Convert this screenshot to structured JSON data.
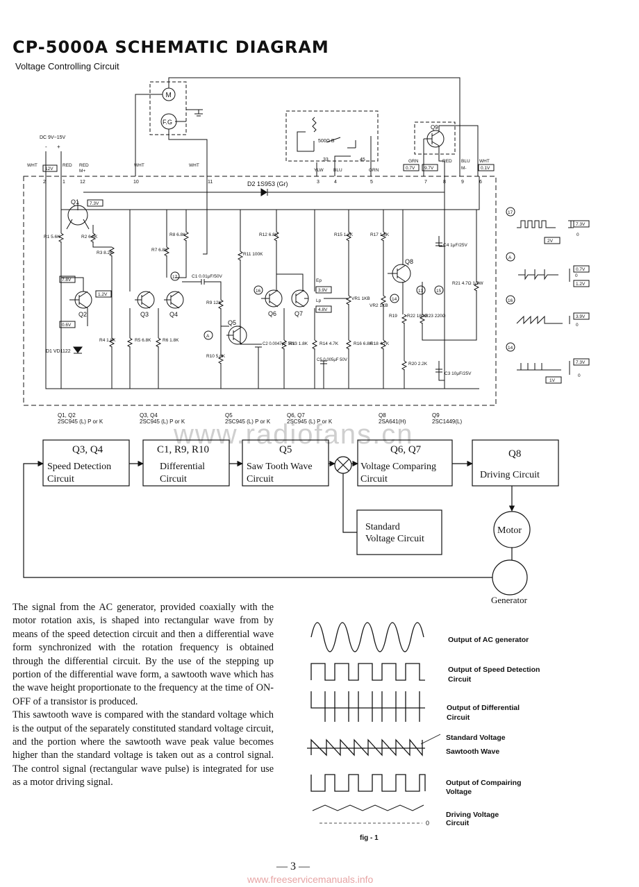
{
  "header": {
    "title": "CP-5000A  SCHEMATIC DIAGRAM",
    "subtitle": "Voltage Controlling Circuit"
  },
  "schematic": {
    "motor_label": "M",
    "fg_label": "F.G",
    "supply_label": "DC 9V~15V",
    "plus": "+",
    "minus": "-",
    "wires": [
      "WHT",
      "RED",
      "RED",
      "WHT",
      "WHT",
      "YLW",
      "BLU",
      "GRN",
      "GRN",
      "RED",
      "BLU",
      "WHT"
    ],
    "wire_m_plus": "M+",
    "wire_m_minus": "M-",
    "wire_voltages": [
      "12V",
      "0.7V",
      "9.7V",
      "0.1V"
    ],
    "pins": [
      "2",
      "1",
      "12",
      "10",
      "11",
      "3",
      "4",
      "5",
      "7",
      "8",
      "9",
      "6"
    ],
    "pot_500": "500Ω B",
    "speed_33": "33",
    "speed_45": "45",
    "d2": "D2  1S953 (Gr)",
    "transistors": [
      "Q1",
      "Q2",
      "Q3",
      "Q4",
      "Q5",
      "Q6",
      "Q7",
      "Q8",
      "Q9"
    ],
    "voltage_tags": [
      "7.3V",
      "7.8V",
      "1.2V",
      "0.6V",
      "3.9V",
      "4.8V"
    ],
    "resistors": [
      "R1 5.6K",
      "R2 6.8K",
      "R3 8.2K",
      "R4 1.8K",
      "R5 6.8K",
      "R6 1.8K",
      "R7 6.8K",
      "R8 6.8K",
      "R9 12K",
      "R10 5.6K",
      "R11 100K",
      "R12 6.8K",
      "R13 1.8K",
      "R14 4.7K",
      "R15 1.2K",
      "R16 6.8K",
      "R17 1.8K",
      "R18 4.7K",
      "R19",
      "R20 2.2K",
      "R21 4.7Ω 1/2W",
      "R22 180Ω",
      "R23 220Ω",
      "VR1 1KB",
      "VR2 1KB"
    ],
    "caps": [
      "C1 0.01μF/50V",
      "C2 0.0047μF 50V",
      "C3 10μF/25V",
      "C4 1μF/25V",
      "C5 0.005μF 50V"
    ],
    "d1": "D1 VD1122",
    "ep": "Ep",
    "lp": "Lp",
    "test_points": [
      "17",
      "A",
      "16",
      "13",
      "15",
      "14"
    ],
    "parts_list": [
      {
        "ref": "Q1, Q2",
        "part": "2SC945 (L) P or K"
      },
      {
        "ref": "Q3, Q4",
        "part": "2SC945 (L) P or K"
      },
      {
        "ref": "Q5",
        "part": "2SC945 (L) P or K"
      },
      {
        "ref": "Q6, Q7",
        "part": "2SC945 (L) P or K"
      },
      {
        "ref": "Q8",
        "part": "2SA641(H)"
      },
      {
        "ref": "Q9",
        "part": "2SC1449(L)"
      }
    ],
    "waveforms": [
      {
        "point": "17",
        "level": "7.3V",
        "base": "0",
        "width": "2V"
      },
      {
        "point": "A",
        "level": "0.7V",
        "base": "0",
        "width": "1.2V"
      },
      {
        "point": "16",
        "level": "3.9V",
        "base": "0"
      },
      {
        "point": "14",
        "level": "7.3V",
        "base": "0",
        "width": "1V"
      }
    ]
  },
  "block_diagram": {
    "blocks": [
      {
        "ref": "Q3, Q4",
        "label1": "Speed  Detection",
        "label2": "Circuit"
      },
      {
        "ref": "C1, R9, R10",
        "label1": "Differential",
        "label2": "Circuit"
      },
      {
        "ref": "Q5",
        "label1": "Saw Tooth Wave",
        "label2": "Circuit"
      },
      {
        "ref": "Q6, Q7",
        "label1": "Voltage Comparing",
        "label2": "Circuit"
      },
      {
        "ref": "Q8",
        "label1": "Driving Circuit",
        "label2": ""
      }
    ],
    "standard": {
      "label1": "Standard",
      "label2": "Voltage Circuit"
    },
    "motor": "Motor",
    "generator": "Generator"
  },
  "description": [
    "The signal from the AC generator, provided coaxially with the motor rotation axis, is shaped into rectangular wave from by means of the speed detection circuit and then a differential wave form synchronized with the rotation frequency is obtained through the differential circuit. By the use of the stepping up portion of the differential wave form, a sawtooth wave which has the wave height proportionate to the frequency at the time of ON-OFF of a transistor is produced.",
    "This sawtooth wave is compared with the standard voltage which is the output of the separately constituted standard voltage circuit, and the portion where the sawtooth wave peak value becomes higher than the standard voltage is taken out as a control signal. The control signal (rectangular wave pulse) is integrated for use as a motor driving signal."
  ],
  "fig1": {
    "labels": [
      {
        "l1": "Output of AC generator",
        "l2": ""
      },
      {
        "l1": "Output of Speed Detection",
        "l2": "Circuit"
      },
      {
        "l1": "Output of  Differential",
        "l2": "Circuit"
      },
      {
        "l1": "Standard Voltage",
        "l2": "Sawtooth Wave"
      },
      {
        "l1": "Output of Compairing",
        "l2": "Voltage"
      },
      {
        "l1": "Driving Voltage",
        "l2": "Circuit"
      }
    ],
    "zero": "0",
    "caption": "fig - 1"
  },
  "watermark": "www.radiofans.cn",
  "page_number": "— 3 —",
  "footer_url": "www.freeservicemanuals.info"
}
